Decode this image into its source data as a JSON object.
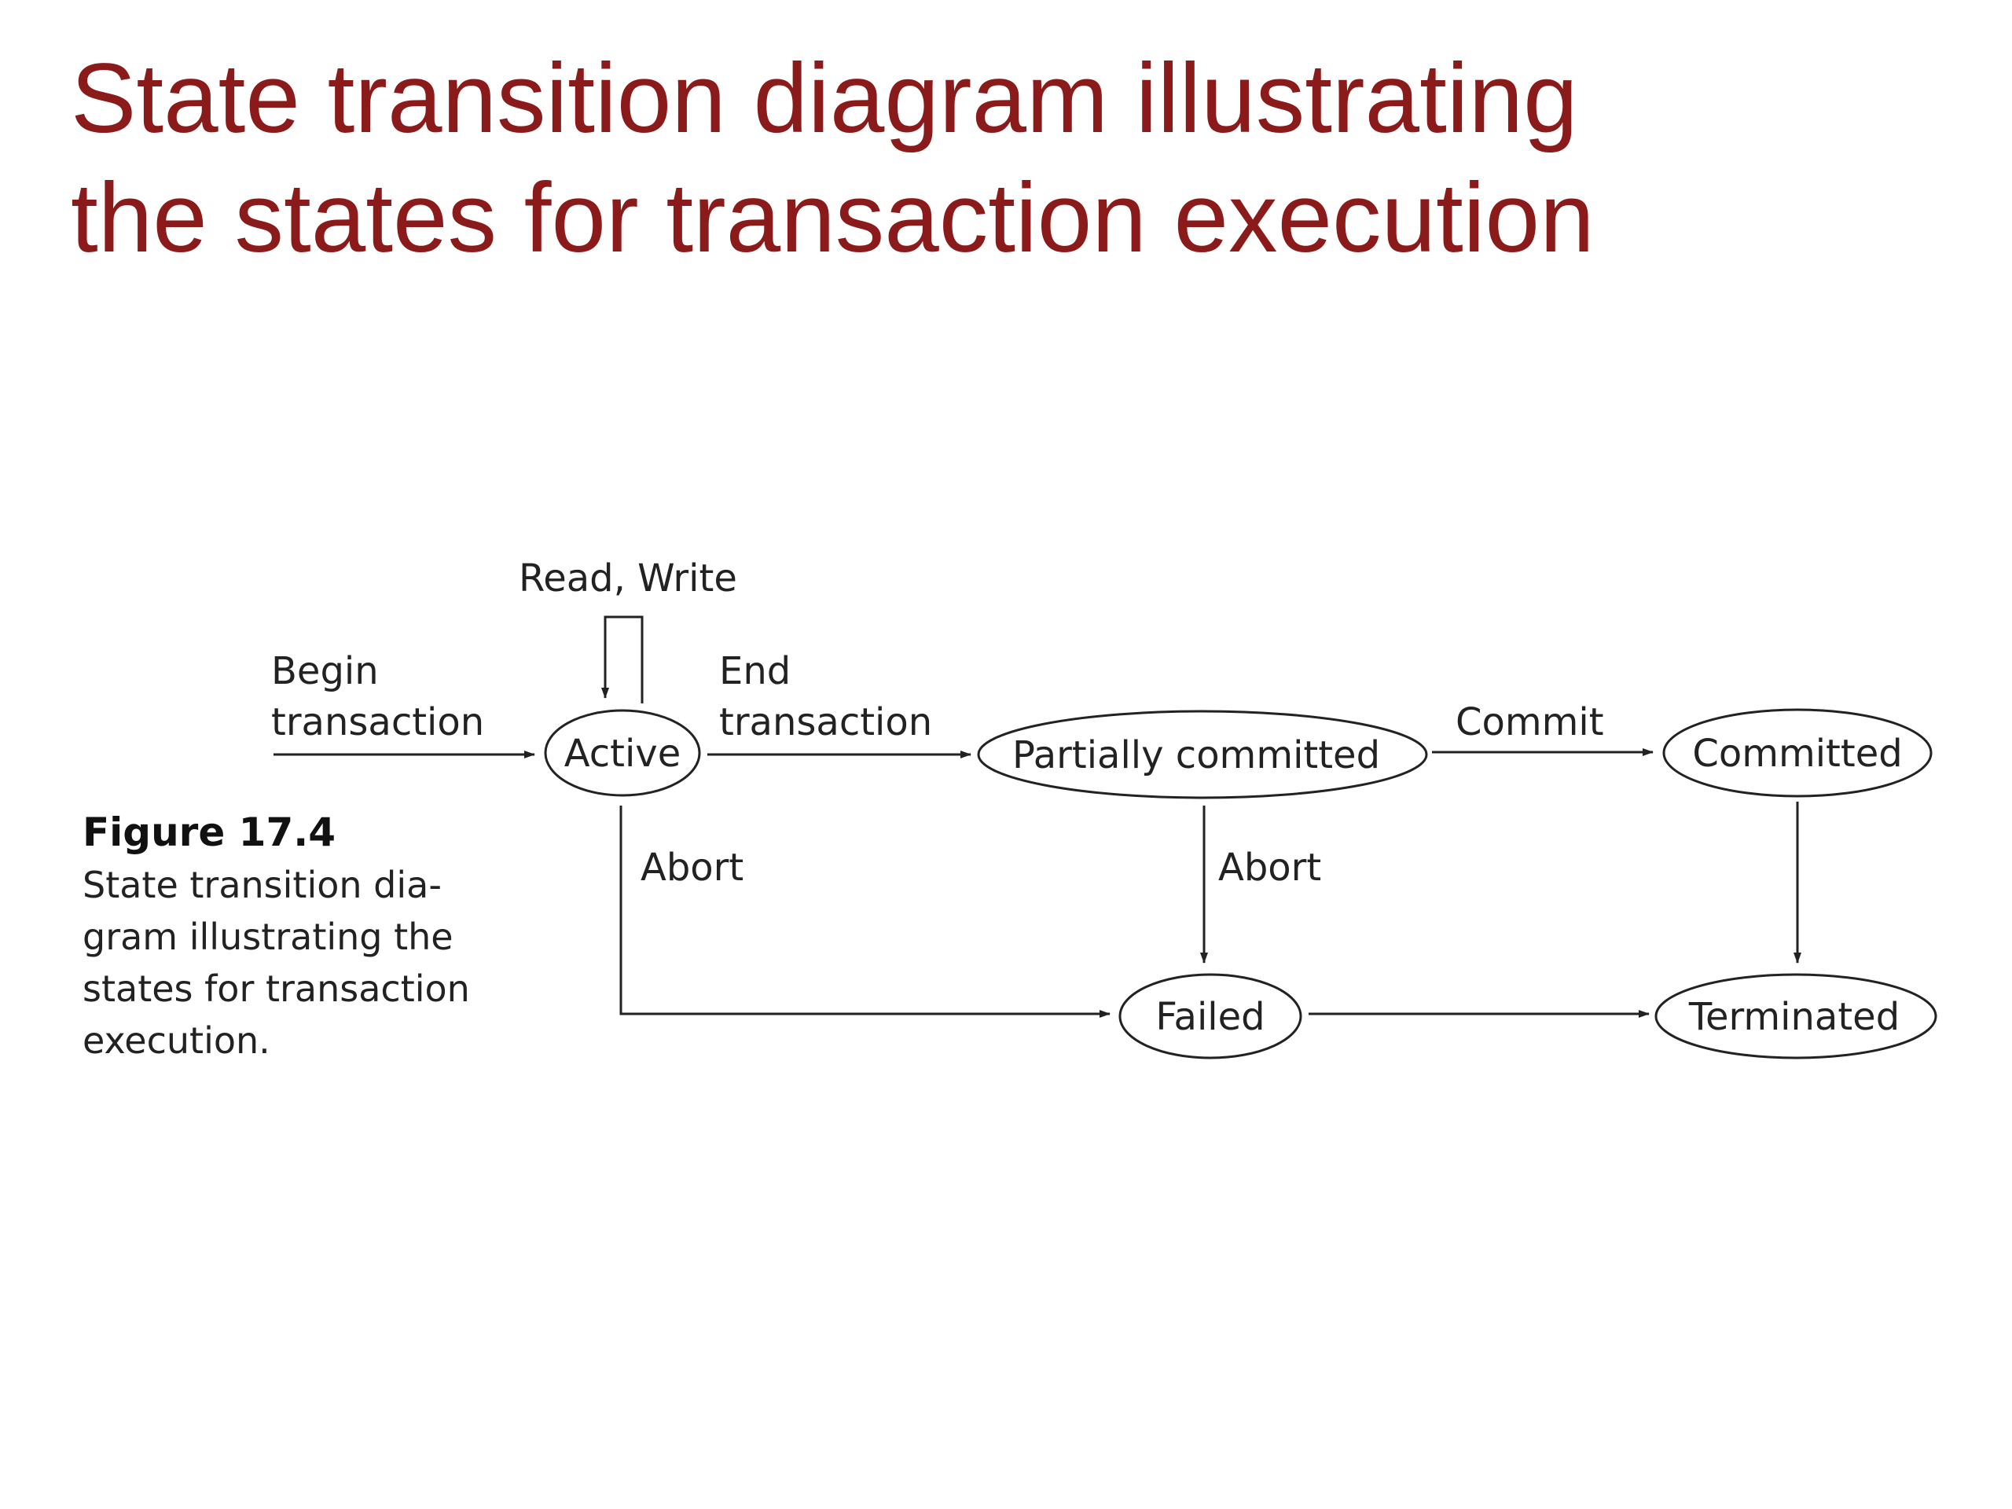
{
  "title": {
    "line1": "State transition diagram illustrating",
    "line2": "the states for transaction execution"
  },
  "caption": {
    "heading": "Figure 17.4",
    "lines": [
      "State transition dia-",
      "gram illustrating the",
      "states for transaction",
      "execution."
    ]
  },
  "states": {
    "active": "Active",
    "partially_committed": "Partially committed",
    "committed": "Committed",
    "failed": "Failed",
    "terminated": "Terminated"
  },
  "transitions": {
    "read_write": "Read, Write",
    "begin": [
      "Begin",
      "transaction"
    ],
    "end": [
      "End",
      "transaction"
    ],
    "commit": "Commit",
    "abort_active": "Abort",
    "abort_partial": "Abort"
  },
  "colors": {
    "title": "#8b1a1a",
    "line": "#222222"
  }
}
